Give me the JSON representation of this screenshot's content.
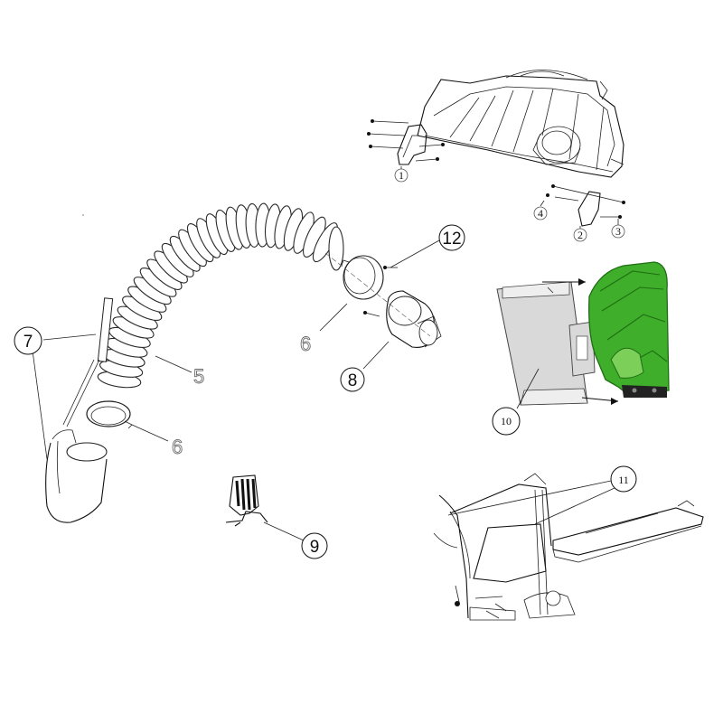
{
  "diagram": {
    "callouts": {
      "c1": "1",
      "c2": "2",
      "c3": "3",
      "c4": "4",
      "c5": "5",
      "c6a": "6",
      "c6b": "6",
      "c7": "7",
      "c8": "8",
      "c9": "9",
      "c10": "10",
      "c11": "11",
      "c12": "12"
    },
    "colors": {
      "part_green": "#3fae2a",
      "part_green_dark": "#1f6e14",
      "line": "#111111",
      "callout_gray": "#6b6b6b"
    }
  }
}
